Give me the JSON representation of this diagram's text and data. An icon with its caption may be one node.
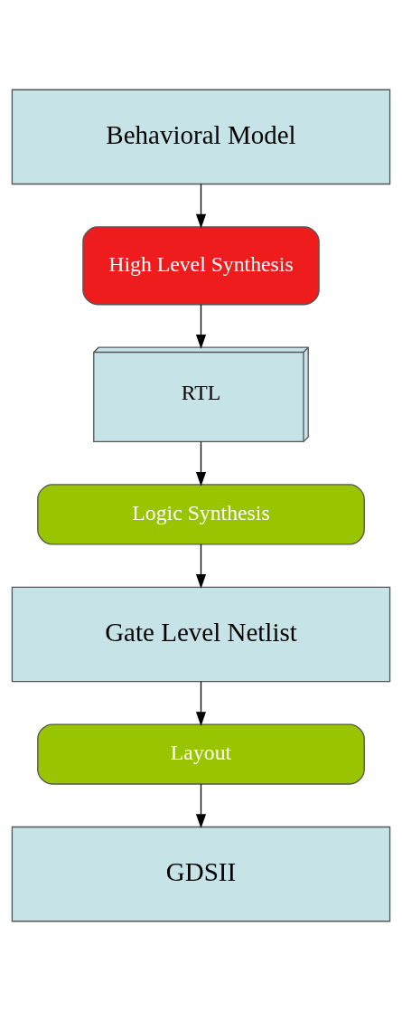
{
  "diagram": {
    "nodes": [
      {
        "text": [
          "Behavioral Model"
        ]
      },
      {
        "text": [
          "High Level Synthesis"
        ]
      },
      {
        "text": [
          "RTL"
        ]
      },
      {
        "text": [
          "Logic Synthesis"
        ]
      },
      {
        "text": [
          "Gate Level Netlist"
        ]
      },
      {
        "text": [
          "Layout"
        ]
      },
      {
        "text": [
          "GDSII"
        ]
      }
    ],
    "edges": [
      {
        "from": 0,
        "to": 1,
        "arrow": "to"
      },
      {
        "from": 1,
        "to": 2,
        "arrow": "to"
      },
      {
        "from": 2,
        "to": 3,
        "arrow": "to"
      },
      {
        "from": 3,
        "to": 4,
        "arrow": "to"
      },
      {
        "from": 4,
        "to": 5,
        "arrow": "to"
      },
      {
        "from": 5,
        "to": 6,
        "arrow": "to"
      }
    ]
  }
}
